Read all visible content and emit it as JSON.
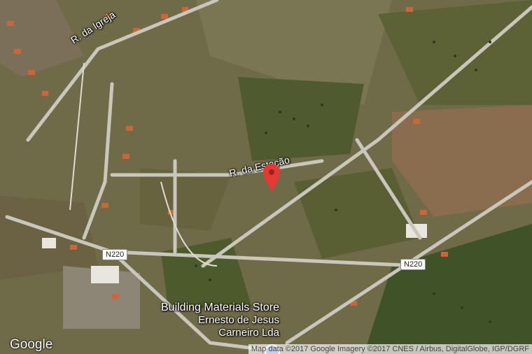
{
  "map": {
    "type": "satellite",
    "streets": {
      "igreja": "R. da Igreja",
      "estacao": "R. da Estação"
    },
    "route_shields": [
      "N220",
      "N220"
    ],
    "poi": {
      "name": "Building Materials Store",
      "line2": "Ernesto de Jesus",
      "line3": "Carneiro Lda"
    },
    "pin_color": "#e53935",
    "logo": "Google",
    "attribution": "Map data ©2017 Google  Imagery ©2017 CNES / Airbus, DigitalGlobe, IGP/DGRF"
  }
}
